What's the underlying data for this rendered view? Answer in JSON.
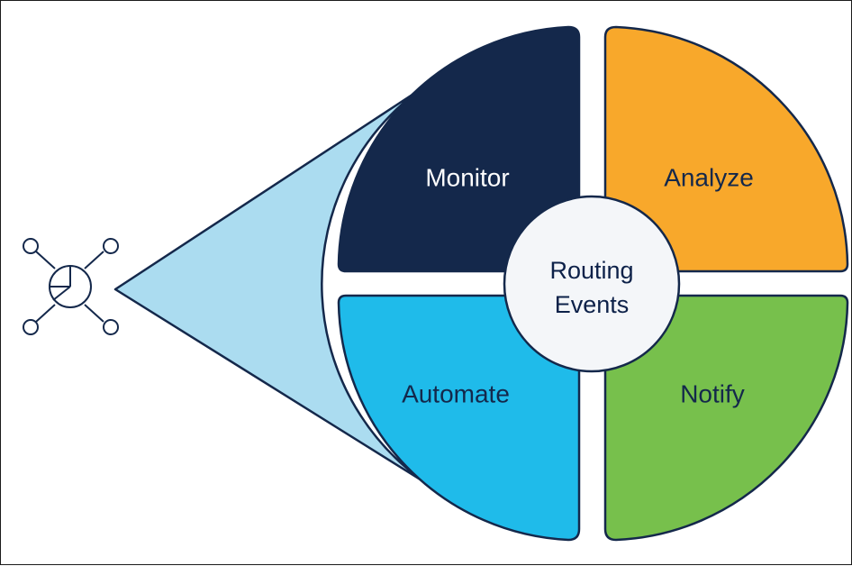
{
  "diagram": {
    "center": {
      "line1": "Routing",
      "line2": "Events"
    },
    "quadrants": {
      "monitor": {
        "label": "Monitor",
        "color": "#14284b",
        "text_color": "#ffffff"
      },
      "analyze": {
        "label": "Analyze",
        "color": "#f8a82b",
        "text_color": "#14284b"
      },
      "automate": {
        "label": "Automate",
        "color": "#1fbbea",
        "text_color": "#14284b"
      },
      "notify": {
        "label": "Notify",
        "color": "#77c04c",
        "text_color": "#14284b"
      }
    },
    "funnel_color": "#abdcf0",
    "outline_color": "#14284b",
    "source_icon": "network-analytics-icon"
  }
}
